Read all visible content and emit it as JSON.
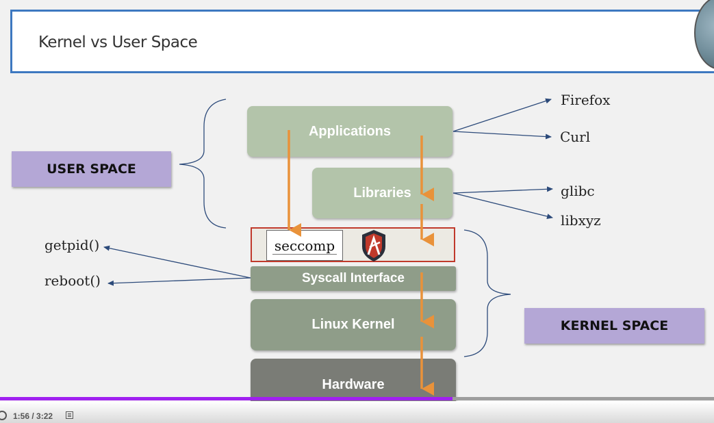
{
  "slide": {
    "title": "Kernel vs User Space",
    "user_space_label": "USER SPACE",
    "kernel_space_label": "KERNEL SPACE",
    "layers": {
      "applications": "Applications",
      "libraries": "Libraries",
      "syscall_interface": "Syscall Interface",
      "linux_kernel": "Linux Kernel",
      "hardware": "Hardware"
    },
    "seccomp_logo_text": "seccomp",
    "shield_icon": "apparmor-shield-icon",
    "right_labels": {
      "firefox": "Firefox",
      "curl": "Curl",
      "glibc": "glibc",
      "libxyz": "libxyz"
    },
    "left_labels": {
      "getpid": "getpid()",
      "reboot": "reboot()"
    },
    "colors": {
      "title_border": "#3d78c0",
      "space_label_bg": "#b4a7d6",
      "applications_bg": "#b3c4aa",
      "syscall_bg": "#8f9d89",
      "kernel_bg": "#8f9d89",
      "hardware_bg": "#7a7c76",
      "arrow_orange": "#e9923a",
      "arrow_navy": "#2c4a7a",
      "seccomp_border": "#c0392b"
    }
  },
  "player": {
    "time": "1:56 / 3:22",
    "progress": 0.634,
    "progress_color": "#a020f0"
  }
}
